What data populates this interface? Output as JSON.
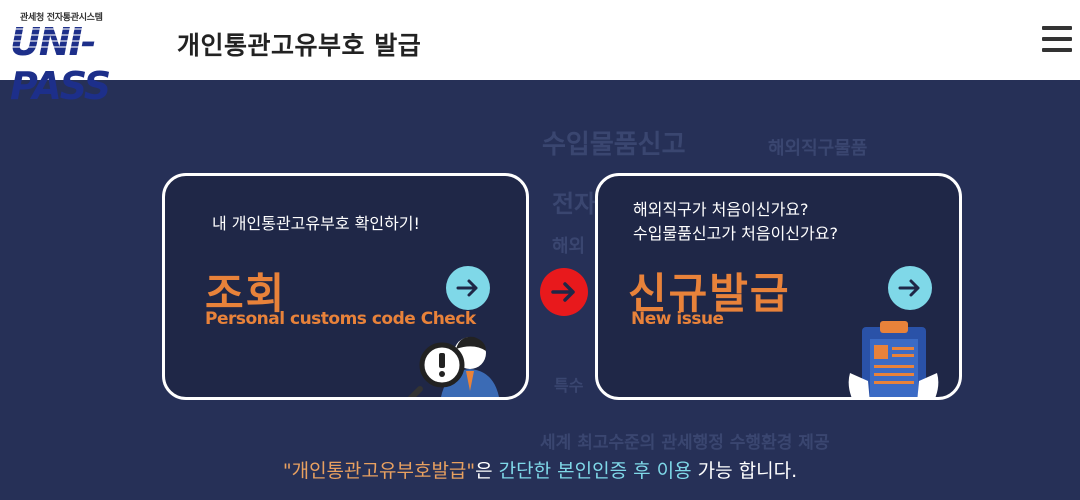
{
  "header": {
    "logo_top": "관세청 전자통관시스템",
    "logo_main": "UNI-PASS",
    "title": "개인통관고유부호 발급",
    "menu_icon": "hamburger-menu-icon"
  },
  "background_words": [
    "수입물품신고",
    "해외직구물품",
    "전자",
    "해외",
    "특수",
    "세계 최고수준의 관세행정 수행환경 제공"
  ],
  "cards": {
    "check": {
      "subtitle": "내 개인통관고유부호 확인하기!",
      "title": "조회",
      "english": "Personal customs code Check",
      "arrow_icon": "arrow-right-icon",
      "illustration": "magnifier-person-icon"
    },
    "new": {
      "subtitle_line1": "해외직구가 처음이신가요?",
      "subtitle_line2": "수입물품신고가 처음이신가요?",
      "title": "신규발급",
      "english": "New issue",
      "arrow_icon": "arrow-right-icon",
      "illustration": "clipboard-document-icon"
    }
  },
  "center_arrow": "arrow-right-icon",
  "footer": {
    "quoted": "\"개인통관고유부호발급\"",
    "part1": "은 ",
    "highlight": "간단한 본인인증 후 이용",
    "part2": " 가능 합니다."
  },
  "colors": {
    "background": "#263057",
    "card_bg": "#1f2747",
    "accent_orange": "#e8823a",
    "accent_cyan": "#7fd8e8",
    "center_red": "#e8191c"
  }
}
